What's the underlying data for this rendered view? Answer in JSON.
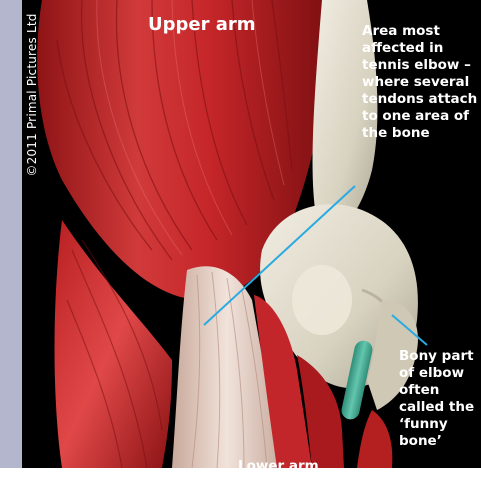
{
  "copyright": "©2011 Primal Pictures Ltd",
  "labels": {
    "upper_arm": "Upper arm",
    "lower_arm": "Lower arm"
  },
  "callouts": {
    "tennis_elbow": [
      "Area most",
      "affected in",
      "tennis elbow –",
      "where several",
      "tendons attach",
      "to one area of",
      "the bone"
    ],
    "funny_bone": [
      "Bony part",
      "of elbow",
      "often",
      "called the",
      "‘funny",
      "bone’"
    ]
  },
  "colors": {
    "muscle": "#c8282a",
    "bone": "#ddd8c8",
    "tendon": "#e3d2c8",
    "cartilage": "#3fa58e",
    "pointer_line": "#29abe2",
    "side_strip": "#b3b6cd"
  }
}
